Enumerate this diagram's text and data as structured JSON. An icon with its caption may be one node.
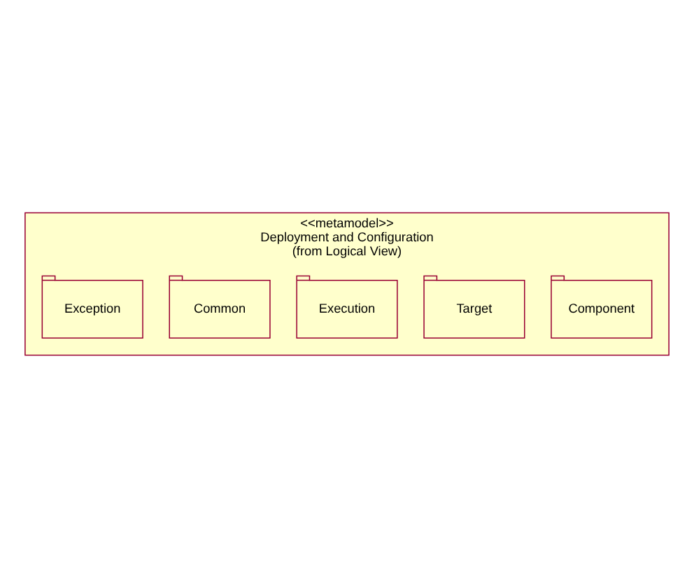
{
  "diagram": {
    "nodes": [
      {
        "text": [
          "<<metamodel>>",
          "Deployment and Configuration",
          "(from Logical View)"
        ]
      },
      {
        "text": [
          "Component"
        ],
        "in": 0
      },
      {
        "text": [
          "Target"
        ],
        "in": 0
      },
      {
        "text": [
          "Execution"
        ],
        "in": 0
      },
      {
        "text": [
          "Common"
        ],
        "in": 0
      },
      {
        "text": [
          "Exception"
        ],
        "in": 0
      }
    ],
    "edges": []
  }
}
